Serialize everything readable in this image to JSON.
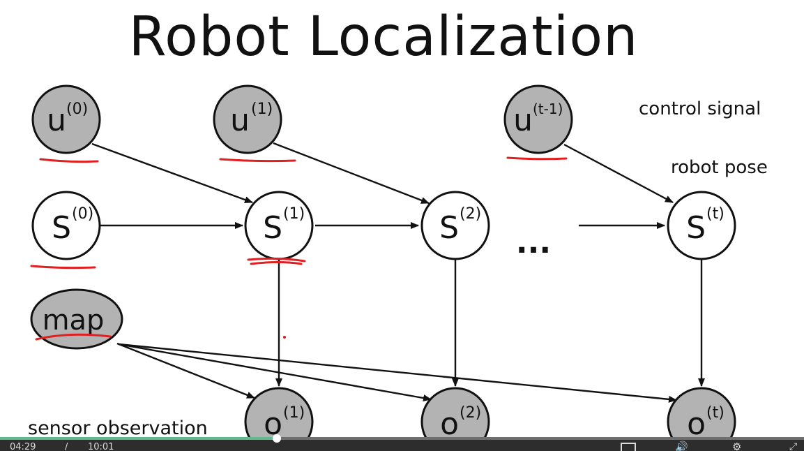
{
  "title": "Robot Localization",
  "nodes": {
    "u0": {
      "base": "u",
      "sup": "(0)"
    },
    "u1": {
      "base": "u",
      "sup": "(1)"
    },
    "ut": {
      "base": "u",
      "sup": "(t-1)"
    },
    "s0": {
      "base": "S",
      "sup": "(0)"
    },
    "s1": {
      "base": "S",
      "sup": "(1)"
    },
    "s2": {
      "base": "S",
      "sup": "(2)"
    },
    "st": {
      "base": "S",
      "sup": "(t)"
    },
    "map": {
      "label": "map"
    },
    "o1": {
      "base": "o",
      "sup": "(1)"
    },
    "o2": {
      "base": "o",
      "sup": "(2)"
    },
    "ot": {
      "base": "o",
      "sup": "(t)"
    }
  },
  "ellipsis": "...",
  "labels": {
    "control": "control signal",
    "pose": "robot pose",
    "sensor": "sensor observation"
  },
  "player": {
    "current_time": "04:29",
    "total_time": "10:01",
    "time_separator": "/",
    "progress": 0.344
  },
  "colors": {
    "shaded_node": "#b3b3b3",
    "annotation": "#e02020",
    "progress": "#5dbb8c"
  }
}
